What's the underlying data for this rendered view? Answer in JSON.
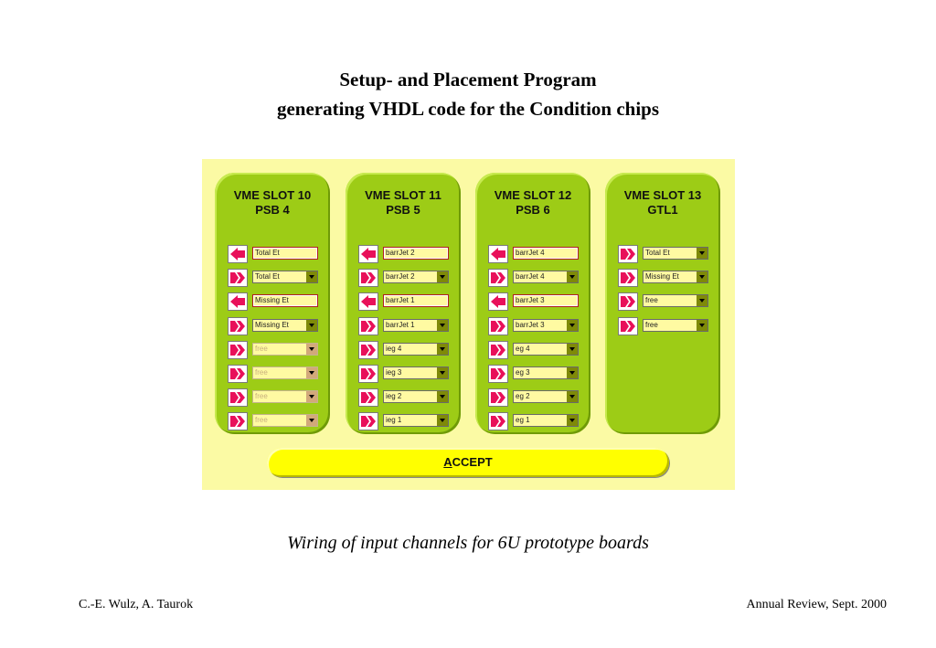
{
  "title_line1": "Setup- and Placement Program",
  "title_line2": "generating VHDL code for the Condition chips",
  "caption": "Wiring of input channels  for 6U prototype boards",
  "footer_left": "C.-E. Wulz, A. Taurok",
  "footer_right": "Annual Review, Sept. 2000",
  "colors": {
    "panel": "#fbfaa4",
    "slot": "#9dcc16",
    "arrow": "#e8105a",
    "accept": "#ffff00"
  },
  "icons": {
    "input": "arrow-left-icon",
    "output": "arrow-right-icon",
    "dropdown": "chevron-down-icon"
  },
  "slots": [
    {
      "line1": "VME SLOT 10",
      "line2": "PSB 4",
      "rows": [
        {
          "dir": "in",
          "value": "Total Et",
          "dropdown": false,
          "enabled": true
        },
        {
          "dir": "out",
          "value": "Total Et",
          "dropdown": true,
          "enabled": true
        },
        {
          "dir": "in",
          "value": "Missing Et",
          "dropdown": false,
          "enabled": true
        },
        {
          "dir": "out",
          "value": "Missing Et",
          "dropdown": true,
          "enabled": true
        },
        {
          "dir": "out",
          "value": "free",
          "dropdown": true,
          "enabled": false
        },
        {
          "dir": "out",
          "value": "free",
          "dropdown": true,
          "enabled": false
        },
        {
          "dir": "out",
          "value": "free",
          "dropdown": true,
          "enabled": false
        },
        {
          "dir": "out",
          "value": "free",
          "dropdown": true,
          "enabled": false
        }
      ]
    },
    {
      "line1": "VME SLOT 11",
      "line2": "PSB 5",
      "rows": [
        {
          "dir": "in",
          "value": "barrJet 2",
          "dropdown": false,
          "enabled": true
        },
        {
          "dir": "out",
          "value": "barrJet 2",
          "dropdown": true,
          "enabled": true
        },
        {
          "dir": "in",
          "value": "barrJet 1",
          "dropdown": false,
          "enabled": true
        },
        {
          "dir": "out",
          "value": "barrJet 1",
          "dropdown": true,
          "enabled": true
        },
        {
          "dir": "out",
          "value": "ieg 4",
          "dropdown": true,
          "enabled": true
        },
        {
          "dir": "out",
          "value": "ieg 3",
          "dropdown": true,
          "enabled": true
        },
        {
          "dir": "out",
          "value": "ieg 2",
          "dropdown": true,
          "enabled": true
        },
        {
          "dir": "out",
          "value": "ieg 1",
          "dropdown": true,
          "enabled": true
        }
      ]
    },
    {
      "line1": "VME SLOT 12",
      "line2": "PSB 6",
      "rows": [
        {
          "dir": "in",
          "value": "barrJet 4",
          "dropdown": false,
          "enabled": true
        },
        {
          "dir": "out",
          "value": "barrJet 4",
          "dropdown": true,
          "enabled": true
        },
        {
          "dir": "in",
          "value": "barrJet 3",
          "dropdown": false,
          "enabled": true
        },
        {
          "dir": "out",
          "value": "barrJet 3",
          "dropdown": true,
          "enabled": true
        },
        {
          "dir": "out",
          "value": "eg 4",
          "dropdown": true,
          "enabled": true
        },
        {
          "dir": "out",
          "value": "eg 3",
          "dropdown": true,
          "enabled": true
        },
        {
          "dir": "out",
          "value": "eg 2",
          "dropdown": true,
          "enabled": true
        },
        {
          "dir": "out",
          "value": "eg 1",
          "dropdown": true,
          "enabled": true
        }
      ]
    },
    {
      "line1": "VME SLOT 13",
      "line2": "GTL1",
      "rows": [
        {
          "dir": "out",
          "value": "Total Et",
          "dropdown": true,
          "enabled": true
        },
        {
          "dir": "out",
          "value": "Missing Et",
          "dropdown": true,
          "enabled": true
        },
        {
          "dir": "out",
          "value": "free",
          "dropdown": true,
          "enabled": true
        },
        {
          "dir": "out",
          "value": "free",
          "dropdown": true,
          "enabled": true
        }
      ]
    }
  ],
  "accept": {
    "mnemonic": "A",
    "rest": "CCEPT"
  }
}
